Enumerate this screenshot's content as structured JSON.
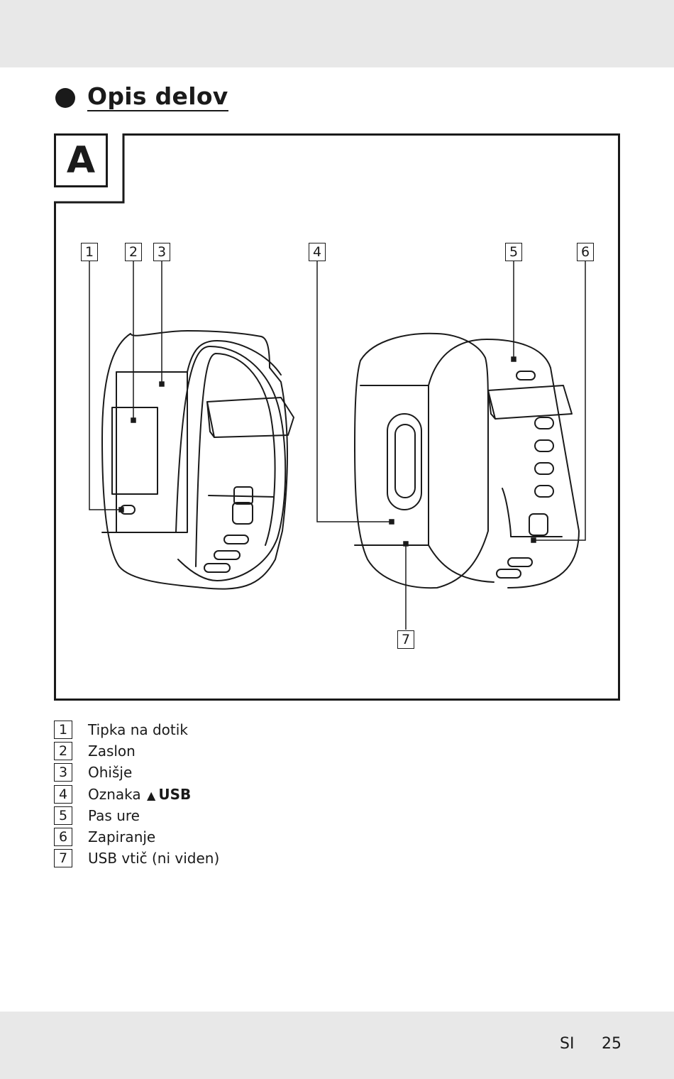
{
  "heading": {
    "title": "Opis delov"
  },
  "figure": {
    "letter": "A",
    "callouts": [
      "1",
      "2",
      "3",
      "4",
      "5",
      "6",
      "7"
    ]
  },
  "legend": [
    {
      "number": "1",
      "label": "Tipka na dotik"
    },
    {
      "number": "2",
      "label": "Zaslon"
    },
    {
      "number": "3",
      "label": "Ohišje"
    },
    {
      "number": "4",
      "label": "Oznaka",
      "marker": "▲",
      "marker_text": "USB"
    },
    {
      "number": "5",
      "label": "Pas ure"
    },
    {
      "number": "6",
      "label": "Zapiranje"
    },
    {
      "number": "7",
      "label": "USB vtič (ni viden)"
    }
  ],
  "footer": {
    "language": "SI",
    "page_number": "25"
  }
}
